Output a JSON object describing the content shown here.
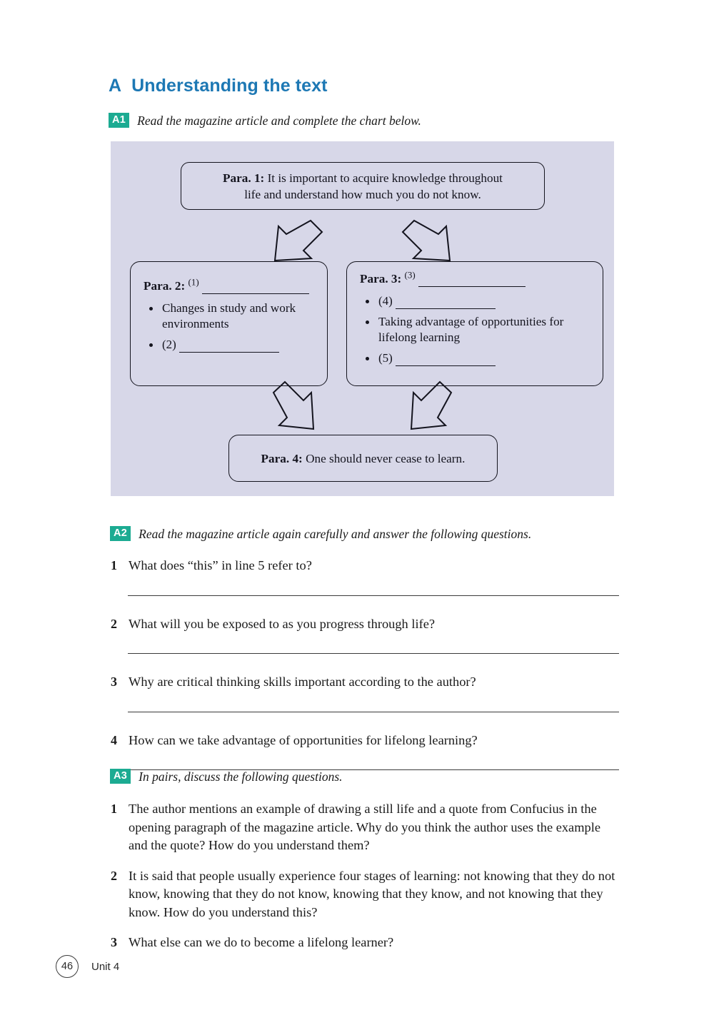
{
  "section": {
    "letter": "A",
    "title": "Understanding the text",
    "heading_color": "#1d78b4",
    "badge_color": "#1cab92"
  },
  "tasks": [
    {
      "badge": "A1",
      "instruction": "Read the magazine article and complete the chart below."
    },
    {
      "badge": "A2",
      "instruction": "Read the magazine article again carefully and answer the following questions."
    },
    {
      "badge": "A3",
      "instruction": "In pairs, discuss the following questions."
    }
  ],
  "chart_data": {
    "type": "diagram",
    "panel_background": "#d7d7e8",
    "title": "",
    "nodes": [
      {
        "id": "para1",
        "label": "Para. 1:",
        "text": "It is important to acquire knowledge throughout life and understand how much you do not know.",
        "line1": "It is important to acquire knowledge throughout",
        "line2": "life and understand how much you do not know.",
        "bullets": []
      },
      {
        "id": "para2",
        "label": "Para. 2:",
        "blank_number": "(1)",
        "text": "",
        "bullets": [
          {
            "blank_number": "",
            "text": "Changes in study and work environments"
          },
          {
            "blank_number": "(2)",
            "text": ""
          }
        ]
      },
      {
        "id": "para3",
        "label": "Para. 3:",
        "blank_number": "(3)",
        "text": "",
        "bullets": [
          {
            "blank_number": "(4)",
            "text": ""
          },
          {
            "blank_number": "",
            "text": "Taking advantage of opportunities for lifelong learning"
          },
          {
            "blank_number": "(5)",
            "text": ""
          }
        ]
      },
      {
        "id": "para4",
        "label": "Para. 4:",
        "text": "One should never cease to learn.",
        "bullets": []
      }
    ],
    "edges": [
      {
        "from": "para1",
        "to": "para2",
        "style": "block-arrow"
      },
      {
        "from": "para1",
        "to": "para3",
        "style": "block-arrow"
      },
      {
        "from": "para2",
        "to": "para4",
        "style": "block-arrow"
      },
      {
        "from": "para3",
        "to": "para4",
        "style": "block-arrow"
      }
    ]
  },
  "questions_a2": [
    {
      "num": "1",
      "text": "What does “this” in line 5 refer to?"
    },
    {
      "num": "2",
      "text": "What will you be exposed to as you progress through life?"
    },
    {
      "num": "3",
      "text": "Why are critical thinking skills important according to the author?"
    },
    {
      "num": "4",
      "text": "How can we take advantage of opportunities for lifelong learning?"
    }
  ],
  "questions_a3": [
    {
      "num": "1",
      "text": "The author mentions an example of drawing a still life and a quote from Confucius in the opening paragraph of the magazine article. Why do you think the author uses the example and the quote? How do you understand them?"
    },
    {
      "num": "2",
      "text": "It is said that people usually experience four stages of learning: not knowing that they do not know, knowing that they do not know, knowing that they know, and not knowing that they know. How do you understand this?"
    },
    {
      "num": "3",
      "text": "What else can we do to become a lifelong learner?"
    }
  ],
  "footer": {
    "page_number": "46",
    "unit_label": "Unit 4"
  }
}
